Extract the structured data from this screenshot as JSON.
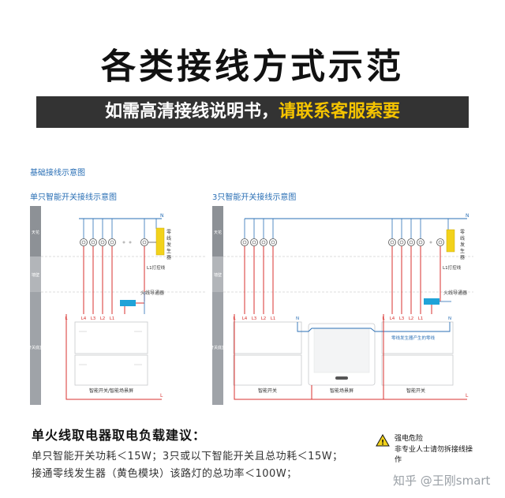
{
  "header": {
    "title": "各类接线方式示范",
    "banner_normal": "如需高清接线说明书，",
    "banner_highlight": "请联系客服索要"
  },
  "diagram": {
    "section_title": "基础接线示意图",
    "left_title": "单只智能开关接线示意图",
    "right_title": "3只智能开关接线示意图",
    "zones": [
      "天花",
      "墙壁",
      "开关底盒"
    ],
    "label_N": "N",
    "label_L": "L",
    "zero_gen": "零线发生器",
    "zero_gen_chars": [
      "零",
      "线",
      "发",
      "生",
      "器"
    ],
    "l1_lamp_line": "L1打控线",
    "fire_guide": "火线导通器",
    "terminals_left": [
      "L",
      "L4",
      "L3",
      "L2",
      "L1"
    ],
    "left_device": "智能开关/智能场景屏",
    "right_switch_label": "智能开关",
    "right_scene_label": "智能场景屏",
    "zero_line_note": "零线发生器产生的零线"
  },
  "advice": {
    "heading": "单火线取电器取电负载建议：",
    "line1": "单只智能开关功耗＜15W；3只或以下智能开关且总功耗＜15W；",
    "line2": "接通零线发生器（黄色模块）该路灯的总功率＜100W；"
  },
  "warning": {
    "line1": "强电危险",
    "line2": "非专业人士请勿拆接线操作"
  },
  "watermark": "知乎 @王刚smart",
  "colors": {
    "blue": "#2a6fb5",
    "red": "#d8322f",
    "zero_gen_yellow": "#f2d21b",
    "fire_guide_cyan": "#1fa3d8"
  }
}
